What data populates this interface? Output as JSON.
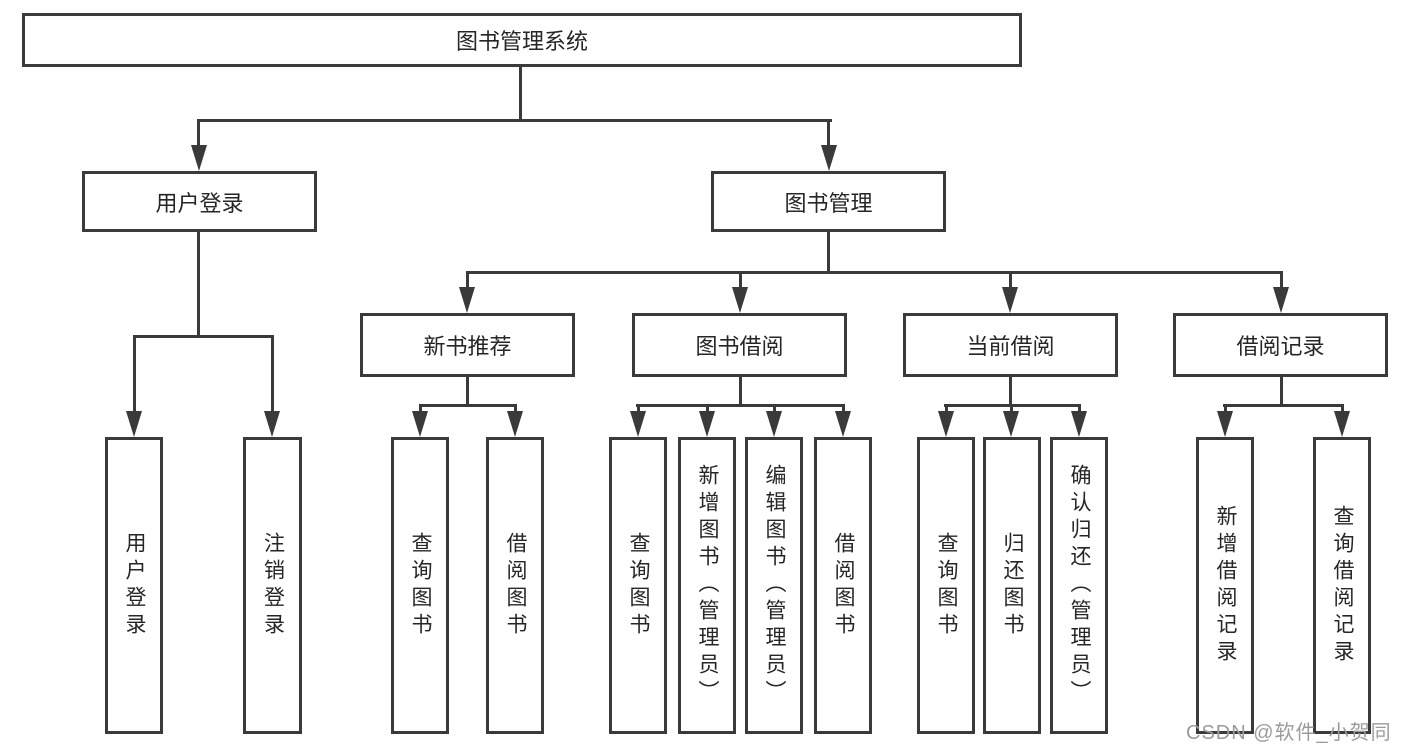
{
  "watermark": "CSDN @软件_小贺同学",
  "colors": {
    "line": "#3a3a3a",
    "text": "#262626",
    "watermark": "#9b9b9b"
  },
  "tree": {
    "label": "图书管理系统",
    "children": [
      {
        "label": "用户登录",
        "children": [
          {
            "label": "用户登录"
          },
          {
            "label": "注销登录"
          }
        ]
      },
      {
        "label": "图书管理",
        "children": [
          {
            "label": "新书推荐",
            "children": [
              {
                "label": "查询图书"
              },
              {
                "label": "借阅图书"
              }
            ]
          },
          {
            "label": "图书借阅",
            "children": [
              {
                "label": "查询图书"
              },
              {
                "label": "新增图书（管理员）"
              },
              {
                "label": "编辑图书（管理员）"
              },
              {
                "label": "借阅图书"
              }
            ]
          },
          {
            "label": "当前借阅",
            "children": [
              {
                "label": "查询图书"
              },
              {
                "label": "归还图书"
              },
              {
                "label": "确认归还（管理员）"
              }
            ]
          },
          {
            "label": "借阅记录",
            "children": [
              {
                "label": "新增借阅记录"
              },
              {
                "label": "查询借阅记录"
              }
            ]
          }
        ]
      }
    ]
  }
}
